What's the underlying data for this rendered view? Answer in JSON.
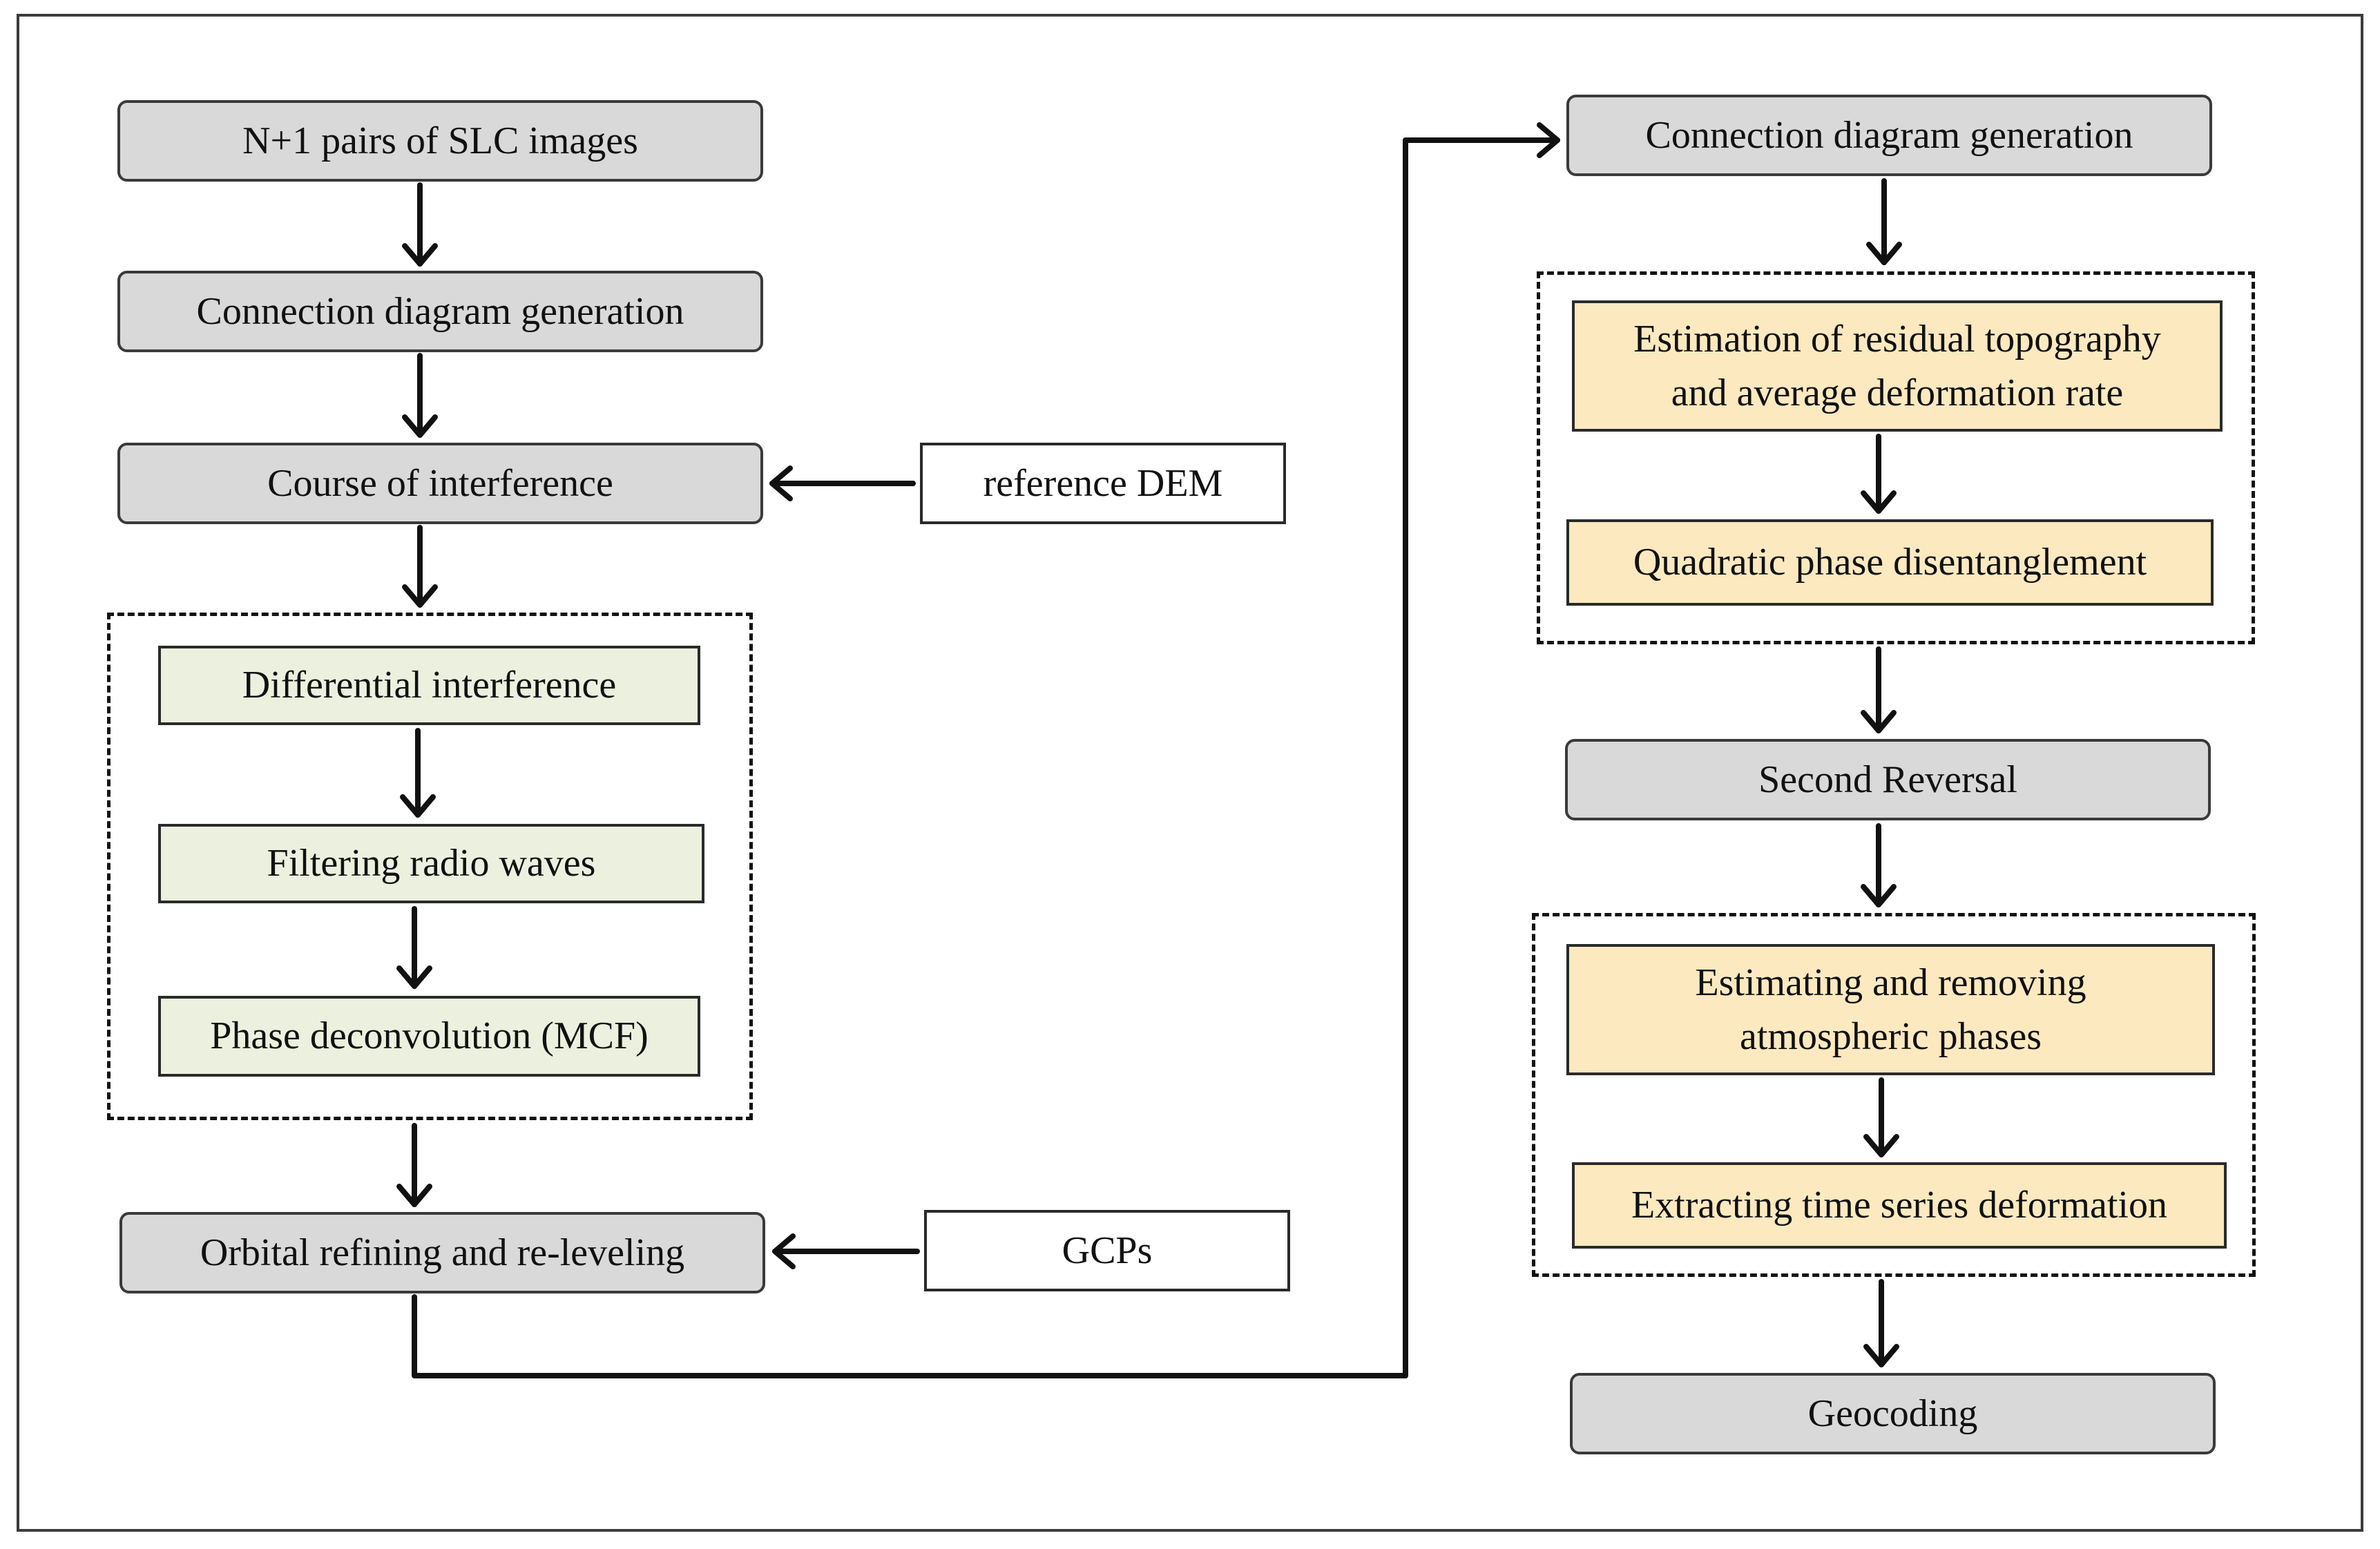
{
  "left_column": {
    "slc_images": "N+1 pairs of SLC images",
    "connection_diagram": "Connection diagram generation",
    "course_interference": "Course of interference",
    "differential_interference": "Differential interference",
    "filtering_radio_waves": "Filtering radio waves",
    "phase_deconvolution": "Phase deconvolution (MCF)",
    "orbital_refining": "Orbital refining and re-leveling"
  },
  "inputs": {
    "reference_dem": "reference DEM",
    "gcps": "GCPs"
  },
  "right_column": {
    "connection_diagram": "Connection diagram generation",
    "residual_topography": "Estimation of residual topography and average deformation rate",
    "quadratic_phase": "Quadratic phase disentanglement",
    "second_reversal": "Second Reversal",
    "atmospheric_phases": "Estimating and removing atmospheric phases",
    "time_series": "Extracting time series deformation",
    "geocoding": "Geocoding"
  },
  "colors": {
    "gray_node": "#d9d9d9",
    "green_node": "#ebf1de",
    "yellow_node": "#fde9c0",
    "line": "#111111"
  }
}
